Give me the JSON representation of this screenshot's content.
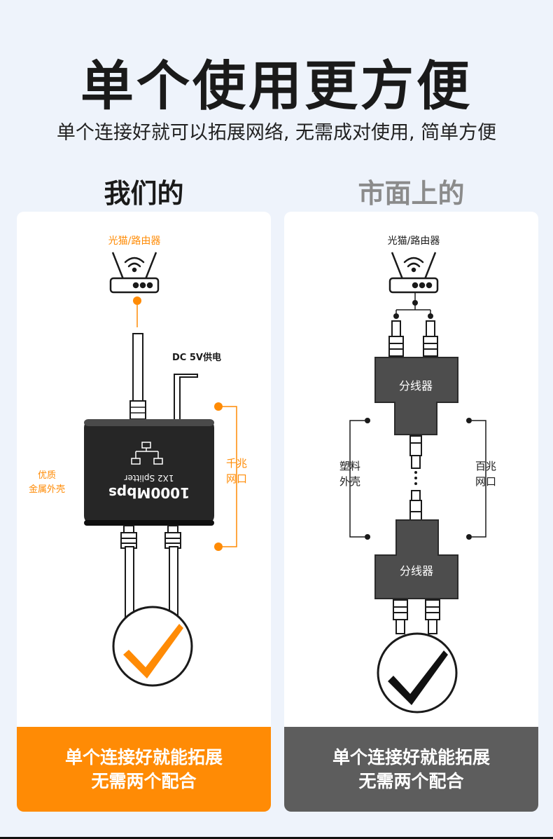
{
  "header": {
    "title": "单个使用更方便",
    "subtitle": "单个连接好就可以拓展网络, 无需成对使用, 简单方便"
  },
  "ours": {
    "label": "我们的",
    "router_label": "光猫/路由器",
    "power_label": "DC 5V供电",
    "port_label_line1": "千兆",
    "port_label_line2": "网口",
    "shell_label_line1": "优质",
    "shell_label_line2": "金属外壳",
    "device_text1": "1000Mbps",
    "device_text2": "1X2 Splitter",
    "footer_line1": "单个连接好就能拓展",
    "footer_line2": "无需两个配合"
  },
  "theirs": {
    "label": "市面上的",
    "router_label": "光猫/路由器",
    "splitter_top_label": "分线器",
    "splitter_bottom_label": "分线器",
    "shell_label_line1": "塑料",
    "shell_label_line2": "外壳",
    "port_label_line1": "百兆",
    "port_label_line2": "网口",
    "footer_line1": "单个连接好就能拓展",
    "footer_line2": "无需两个配合"
  },
  "colors": {
    "accent_orange": "#ff8b05",
    "dark_gray": "#5d5d5d",
    "background": "#eef3fb"
  },
  "icons": [
    "router-icon",
    "wifi-icon",
    "network-topology-icon",
    "checkmark-icon",
    "rj45-plug-icon"
  ]
}
